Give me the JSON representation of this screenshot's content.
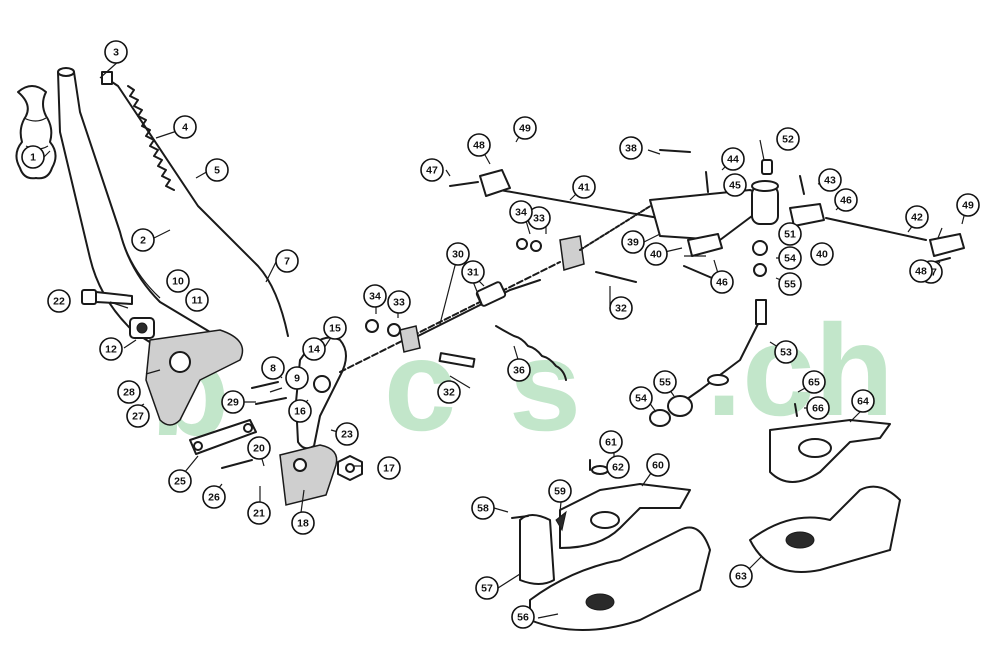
{
  "watermark": {
    "letters": [
      "b",
      "c",
      "s",
      ".ch"
    ],
    "color": "#8fd19e"
  },
  "callouts": [
    "1",
    "2",
    "3",
    "4",
    "5",
    "7",
    "8",
    "9",
    "10",
    "11",
    "12",
    "14",
    "15",
    "16",
    "17",
    "18",
    "20",
    "21",
    "22",
    "23",
    "25",
    "26",
    "27",
    "28",
    "29",
    "30",
    "31",
    "32",
    "32",
    "33",
    "33",
    "34",
    "34",
    "36",
    "38",
    "39",
    "40",
    "40",
    "41",
    "42",
    "43",
    "44",
    "45",
    "46",
    "46",
    "47",
    "47",
    "48",
    "48",
    "49",
    "49",
    "51",
    "52",
    "53",
    "54",
    "54",
    "55",
    "55",
    "56",
    "57",
    "58",
    "59",
    "60",
    "61",
    "62",
    "63",
    "64",
    "65",
    "66"
  ]
}
